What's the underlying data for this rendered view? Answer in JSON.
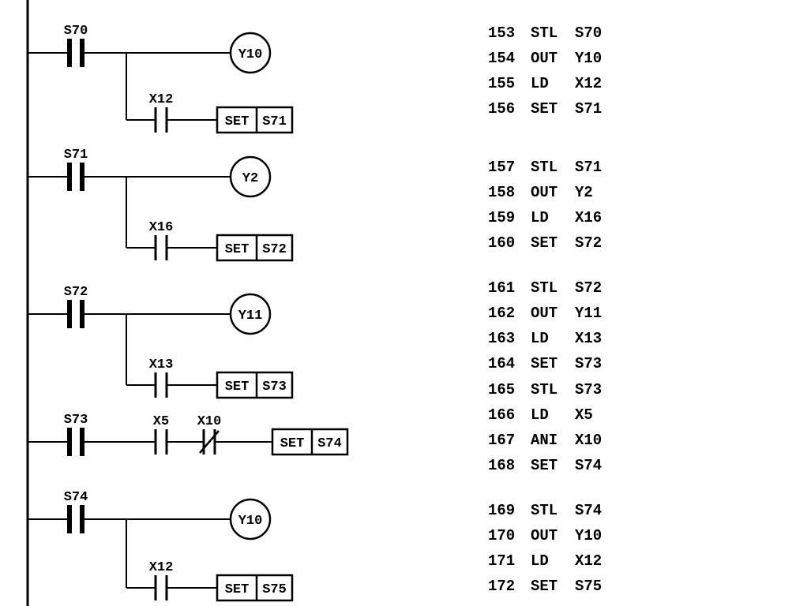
{
  "colors": {
    "ink": "#000000",
    "background": "#ffffff"
  },
  "diagram": {
    "rungs": [
      {
        "stl_label": "S70",
        "coil": "Y10",
        "branch": {
          "contact": "X12",
          "box": [
            "SET",
            "S71"
          ]
        }
      },
      {
        "stl_label": "S71",
        "coil": "Y2",
        "branch": {
          "contact": "X16",
          "box": [
            "SET",
            "S72"
          ]
        }
      },
      {
        "stl_label": "S72",
        "coil": "Y11",
        "branch": {
          "contact": "X13",
          "box": [
            "SET",
            "S73"
          ]
        }
      },
      {
        "stl_label": "S73",
        "series": [
          {
            "label": "X5",
            "nc": false
          },
          {
            "label": "X10",
            "nc": true
          }
        ],
        "box": [
          "SET",
          "S74"
        ]
      },
      {
        "stl_label": "S74",
        "coil": "Y10",
        "branch": {
          "contact": "X12",
          "box": [
            "SET",
            "S75"
          ]
        }
      }
    ]
  },
  "instruction_list": {
    "groups": [
      {
        "rows": [
          {
            "num": "153",
            "op": "STL",
            "operand": "S70"
          },
          {
            "num": "154",
            "op": "OUT",
            "operand": "Y10"
          },
          {
            "num": "155",
            "op": "LD",
            "operand": "X12"
          },
          {
            "num": "156",
            "op": "SET",
            "operand": "S71"
          }
        ]
      },
      {
        "rows": [
          {
            "num": "157",
            "op": "STL",
            "operand": "S71"
          },
          {
            "num": "158",
            "op": "OUT",
            "operand": "Y2"
          },
          {
            "num": "159",
            "op": "LD",
            "operand": "X16"
          },
          {
            "num": "160",
            "op": "SET",
            "operand": "S72"
          }
        ]
      },
      {
        "rows": [
          {
            "num": "161",
            "op": "STL",
            "operand": "S72"
          },
          {
            "num": "162",
            "op": "OUT",
            "operand": "Y11"
          },
          {
            "num": "163",
            "op": "LD",
            "operand": "X13"
          },
          {
            "num": "164",
            "op": "SET",
            "operand": "S73"
          }
        ]
      },
      {
        "rows": [
          {
            "num": "165",
            "op": "STL",
            "operand": "S73"
          },
          {
            "num": "166",
            "op": "LD",
            "operand": "X5"
          },
          {
            "num": "167",
            "op": "ANI",
            "operand": "X10"
          },
          {
            "num": "168",
            "op": "SET",
            "operand": "S74"
          }
        ]
      },
      {
        "rows": [
          {
            "num": "169",
            "op": "STL",
            "operand": "S74"
          },
          {
            "num": "170",
            "op": "OUT",
            "operand": "Y10"
          },
          {
            "num": "171",
            "op": "LD",
            "operand": "X12"
          },
          {
            "num": "172",
            "op": "SET",
            "operand": "S75"
          }
        ]
      }
    ]
  }
}
